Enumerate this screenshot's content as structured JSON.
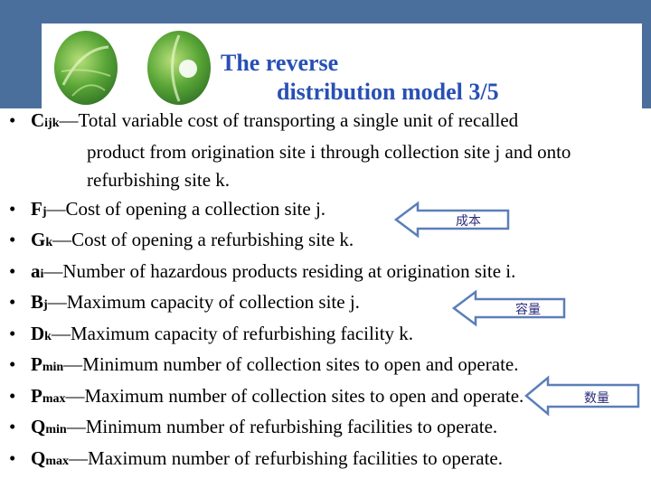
{
  "title": {
    "line1": "The reverse",
    "line2": "distribution model  3/5"
  },
  "items": [
    {
      "sym": "C",
      "sub": "ijk",
      "text": "—Total variable cost of transporting a single unit of recalled",
      "cont1": "product from origination site i through collection site j and onto",
      "cont2": "refurbishing site k."
    },
    {
      "sym": "F",
      "sub": "j",
      "text": "—Cost of opening a collection site j."
    },
    {
      "sym": "G",
      "sub": "k",
      "text": "—Cost of opening a refurbishing site k."
    },
    {
      "sym": "a",
      "sub": "i",
      "text": "—Number of hazardous products residing at origination site i."
    },
    {
      "sym": "B",
      "sub": "j",
      "text": "—Maximum capacity of collection site j."
    },
    {
      "sym": "D",
      "sub": "k",
      "text": "—Maximum capacity of refurbishing facility k."
    },
    {
      "sym": "P",
      "sub": "min",
      "text": "—Minimum number of collection sites to open and operate."
    },
    {
      "sym": "P",
      "sub": "max",
      "text": "—Maximum number of collection sites to open and operate."
    },
    {
      "sym": "Q",
      "sub": "min",
      "text": "—Minimum number of refurbishing facilities to operate."
    },
    {
      "sym": "Q",
      "sub": "max",
      "text": "—Maximum number of refurbishing facilities to operate."
    }
  ],
  "callouts": {
    "cost": "成本",
    "capacity": "容量",
    "quantity": "数量"
  },
  "colors": {
    "header": "#4a6f9c",
    "title": "#2850b4",
    "callout_border": "#5b7fb8"
  }
}
